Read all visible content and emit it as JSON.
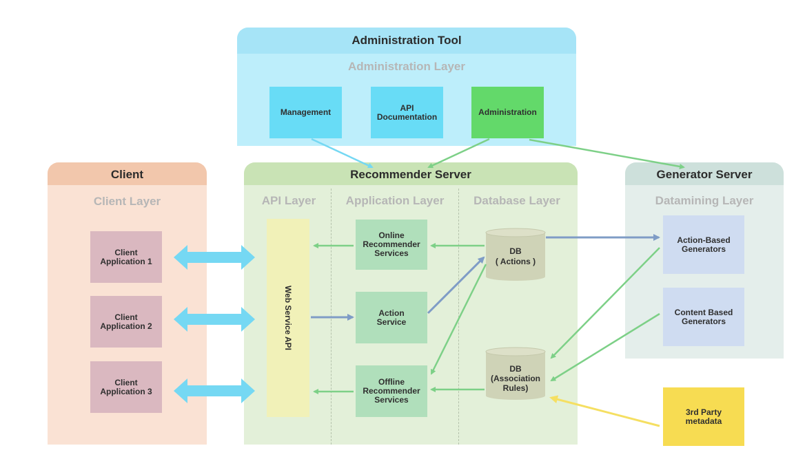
{
  "admin": {
    "title": "Administration Tool",
    "layer": "Administration Layer",
    "boxes": {
      "management": "Management",
      "api_doc": "API\nDocumentation",
      "administration": "Administration"
    }
  },
  "client": {
    "title": "Client",
    "layer": "Client Layer",
    "apps": [
      "Client\nApplication 1",
      "Client\nApplication 2",
      "Client\nApplication 3"
    ]
  },
  "recommender": {
    "title": "Recommender Server",
    "layers": {
      "api": "API Layer",
      "application": "Application Layer",
      "database": "Database Layer"
    },
    "web_service": "Web Service  API",
    "online": "Online\nRecommender\nServices",
    "action": "Action\nService",
    "offline": "Offline\nRecommender\nServices",
    "db_actions": [
      "DB",
      "( Actions )"
    ],
    "db_rules": [
      "DB",
      "(Association",
      "Rules)"
    ]
  },
  "generator": {
    "title": "Generator Server",
    "layer": "Datamining Layer",
    "action_based": "Action-Based\nGenerators",
    "content_based": "Content Based\nGenerators"
  },
  "third_party": "3rd Party\nmetadata",
  "colors": {
    "admin_bg": "#bdeefb",
    "admin_header": "#a6e4f7",
    "client_bg": "#fae2d4",
    "client_header": "#f2c7ac",
    "rec_bg": "#e3f0d9",
    "rec_header": "#c9e3b5",
    "gen_bg": "#e4eeeb",
    "gen_header": "#cde0db",
    "cyan_box": "#68dcf6",
    "green_box": "#63d96a",
    "client_box": "#dab8c0",
    "service_box": "#b0dfbb",
    "web_api": "#f1f1b8",
    "gen_box": "#cfdcf1",
    "db": "#cfd3b7",
    "third_party": "#f7dc52",
    "arrow_green": "#7dd087",
    "arrow_blue": "#7f9cc6",
    "arrow_cyan": "#75d8f3",
    "arrow_yellow": "#f5df62"
  }
}
